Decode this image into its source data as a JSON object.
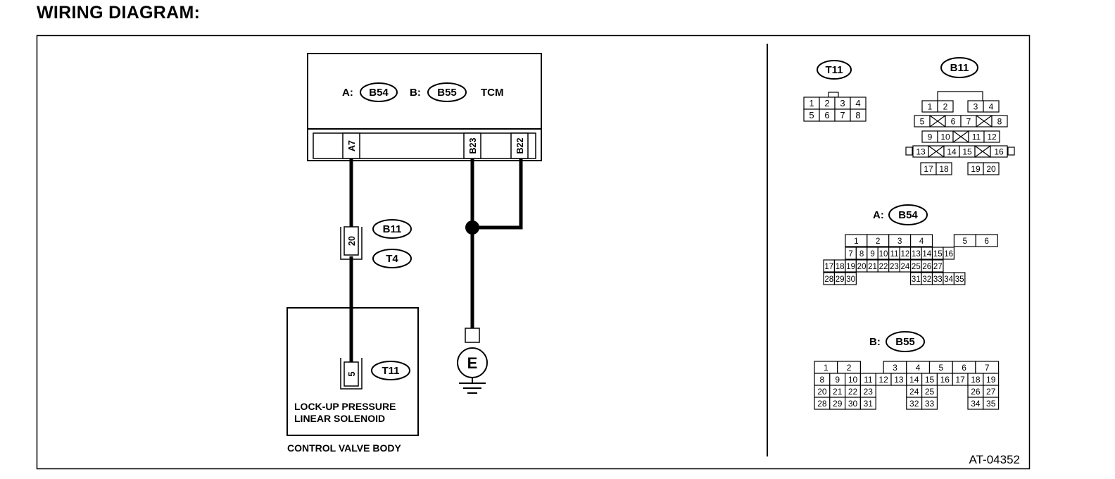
{
  "page": {
    "title": "WIRING DIAGRAM:"
  },
  "tcm": {
    "label": "TCM",
    "conn_a_prefix": "A:",
    "conn_a": "B54",
    "conn_b_prefix": "B:",
    "conn_b": "B55",
    "pins": {
      "a7": "A7",
      "b23": "B23",
      "b22": "B22"
    }
  },
  "inline_connector": {
    "pin": "20",
    "tag1": "B11",
    "tag2": "T4"
  },
  "solenoid": {
    "pin": "5",
    "tag": "T11",
    "label_line1": "LOCK-UP PRESSURE",
    "label_line2": "LINEAR SOLENOID",
    "box_label": "CONTROL VALVE BODY"
  },
  "ground": {
    "label": "E"
  },
  "connector_views": {
    "t11": {
      "tag": "T11",
      "rows": [
        [
          "1",
          "2",
          "3",
          "4"
        ],
        [
          "5",
          "6",
          "7",
          "8"
        ]
      ]
    },
    "b11": {
      "tag": "B11",
      "row1": [
        "1",
        "2",
        "3",
        "4"
      ],
      "row2": [
        "5",
        "6",
        "7",
        "8"
      ],
      "row3": [
        "9",
        "10",
        "11",
        "12"
      ],
      "row4": [
        "13",
        "14",
        "15",
        "16"
      ],
      "row5": [
        "17",
        "18",
        "19",
        "20"
      ]
    },
    "a_b54": {
      "prefix": "A:",
      "tag": "B54",
      "row1": [
        "1",
        "2",
        "3",
        "4",
        "5",
        "6"
      ],
      "row2": [
        "7",
        "8",
        "9",
        "10",
        "11",
        "12",
        "13",
        "14",
        "15",
        "16"
      ],
      "row3": [
        "17",
        "18",
        "19",
        "20",
        "21",
        "22",
        "23",
        "24",
        "25",
        "26",
        "27"
      ],
      "row4": [
        "28",
        "29",
        "30",
        "31",
        "32",
        "33",
        "34",
        "35"
      ]
    },
    "b_b55": {
      "prefix": "B:",
      "tag": "B55",
      "row1": [
        "1",
        "2",
        "3",
        "4",
        "5",
        "6",
        "7"
      ],
      "row2": [
        "8",
        "9",
        "10",
        "11",
        "12",
        "13",
        "14",
        "15",
        "16",
        "17",
        "18",
        "19"
      ],
      "row3": [
        "20",
        "21",
        "22",
        "23",
        "24",
        "25",
        "26",
        "27"
      ],
      "row4": [
        "28",
        "29",
        "30",
        "31",
        "32",
        "33",
        "34",
        "35"
      ]
    }
  },
  "figure_code": "AT-04352"
}
